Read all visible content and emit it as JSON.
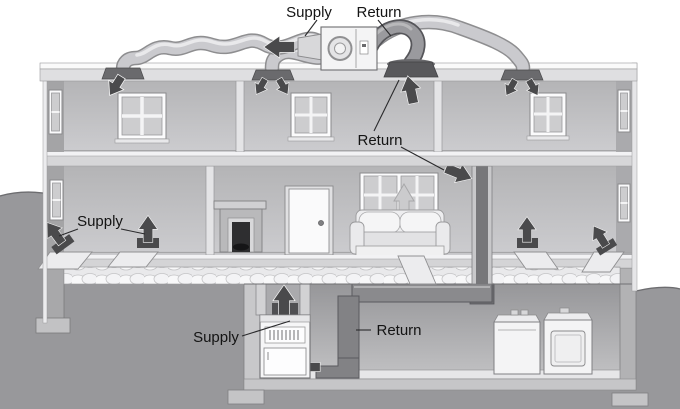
{
  "diagram": {
    "type": "house-hvac-cutaway",
    "labels": {
      "attic_supply": "Supply",
      "attic_return": "Return",
      "upper_return": "Return",
      "living_supply": "Supply",
      "basement_supply": "Supply",
      "basement_return": "Return"
    },
    "components": [
      "flex-supply-duct",
      "air-handler",
      "ceiling-supply-register",
      "attic-return-grille",
      "wall-return-chase",
      "floor-supply-vent",
      "fireplace",
      "door",
      "couch",
      "window",
      "furnace",
      "supply-plenum",
      "basement-return-duct",
      "washer",
      "dryer",
      "floor-insulation",
      "foundation-footing",
      "ground"
    ],
    "colors": {
      "background": "#ffffff",
      "ground": "#98989b",
      "walls": "#c2c2c4",
      "duct": "#cacace",
      "return_duct": "#9a9a9e",
      "dark_arrow": "#4a4a4c",
      "appliance": "#f6f6f7"
    }
  }
}
